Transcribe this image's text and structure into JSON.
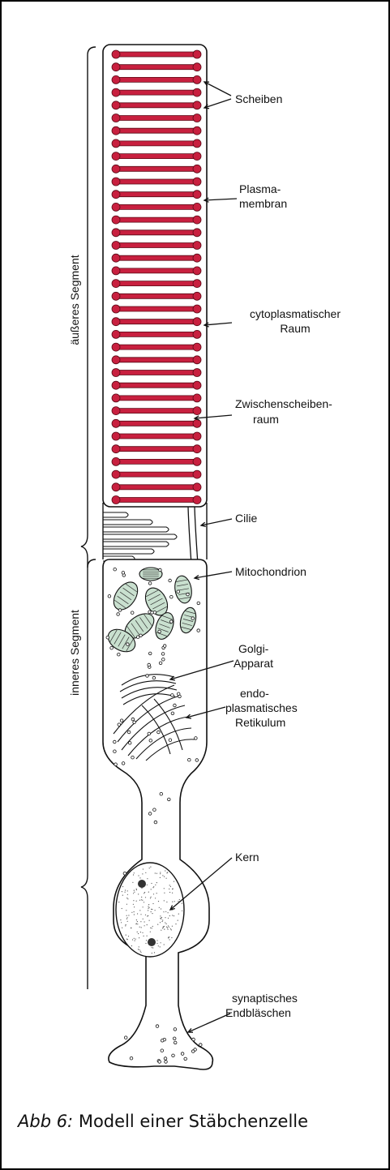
{
  "labels": {
    "scheiben": "Scheiben",
    "plasma_1": "Plasma-",
    "plasma_2": "membran",
    "cyto_1": "cytoplasmatischer",
    "cyto_2": "Raum",
    "zwischen_1": "Zwischenscheiben-",
    "zwischen_2": "raum",
    "cilie": "Cilie",
    "mito": "Mitochondrion",
    "golgi_1": "Golgi-",
    "golgi_2": "Apparat",
    "endo_1": "endo-",
    "endo_2": "plasmatisches",
    "endo_3": "Retikulum",
    "kern": "Kern",
    "syn_1": "synaptisches",
    "syn_2": "Endbläschen"
  },
  "segments": {
    "outer": "äußeres Segment",
    "inner": "inneres Segment"
  },
  "caption": {
    "abb": "Abb 6:",
    "text": "Modell einer Stäbchenzelle"
  },
  "colors": {
    "disc": "#c8203f",
    "mitochondrion": "#c9e0cf",
    "outline": "#111111"
  }
}
